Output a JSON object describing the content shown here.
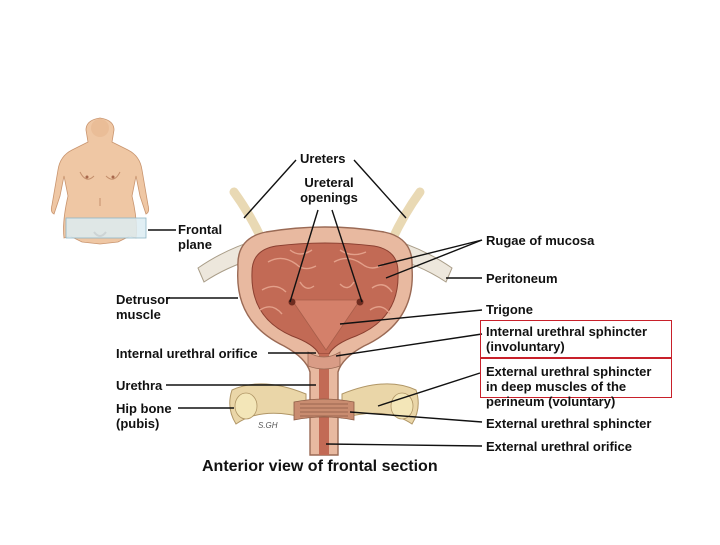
{
  "labels": {
    "ureters": "Ureters",
    "ureteral_openings": [
      "Ureteral",
      "openings"
    ],
    "frontal_plane": [
      "Frontal",
      "plane"
    ],
    "rugae": "Rugae of mucosa",
    "peritoneum": "Peritoneum",
    "detrusor": [
      "Detrusor",
      "muscle"
    ],
    "trigone": "Trigone",
    "internal_sphincter": [
      "Internal urethral sphincter",
      "(involuntary)"
    ],
    "internal_orifice": "Internal urethral orifice",
    "external_sphincter_deep": [
      "External urethral sphincter",
      "in deep muscles of the",
      "perineum (voluntary)"
    ],
    "urethra": "Urethra",
    "hip_bone": [
      "Hip bone",
      "(pubis)"
    ],
    "external_sphincter": "External urethral sphincter",
    "external_orifice": "External urethral orifice"
  },
  "caption": "Anterior view of frontal section",
  "signature": "S.GH",
  "colors": {
    "highlight_box": "#c8202a",
    "leader": "#111111",
    "mucosa": "#c26a55",
    "wall": "#e8b9a0",
    "skin": "#efc7a4"
  }
}
